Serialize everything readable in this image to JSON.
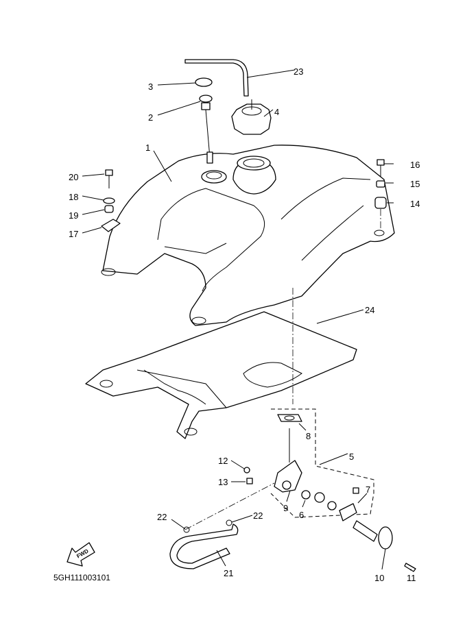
{
  "diagram": {
    "callouts": {
      "c1": "1",
      "c2": "2",
      "c3": "3",
      "c4": "4",
      "c5": "5",
      "c6": "6",
      "c7": "7",
      "c8": "8",
      "c9": "9",
      "c10": "10",
      "c11": "11",
      "c12": "12",
      "c13": "13",
      "c14": "14",
      "c15": "15",
      "c16": "16",
      "c17": "17",
      "c18": "18",
      "c19": "19",
      "c20": "20",
      "c21": "21",
      "c22": "22",
      "c23": "23",
      "c24": "24"
    },
    "fwd_label": "FWD",
    "diagram_code": "5GH111003101"
  }
}
